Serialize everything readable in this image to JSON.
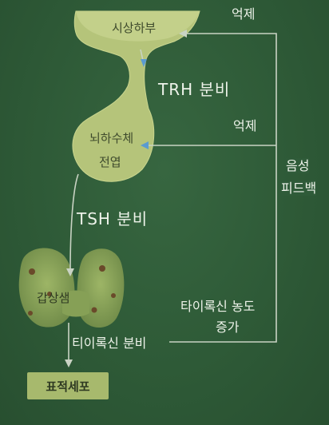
{
  "labels": {
    "hypothalamus": "시상하부",
    "pituitary_line1": "뇌하수체",
    "pituitary_line2": "전엽",
    "thyroid": "갑상샘",
    "target_cells": "표적세포",
    "trh": "TRH  분비",
    "tsh": "TSH  분비",
    "thyroxine_secretion": "티이록신 분비",
    "thyroxine_increase_line1": "타이록신 농도",
    "thyroxine_increase_line2": "증가",
    "negative_feedback_line1": "음성",
    "negative_feedback_line2": "피드백",
    "inhibit_top": "억제",
    "inhibit_mid": "억제"
  },
  "colors": {
    "background": "#2f5b39",
    "organ": "#b5c47a",
    "thyroid": "#8fa659",
    "target_box": "#a7b96d",
    "feedback_line": "#c9d3c4",
    "arrow": "#5a9bd0"
  }
}
